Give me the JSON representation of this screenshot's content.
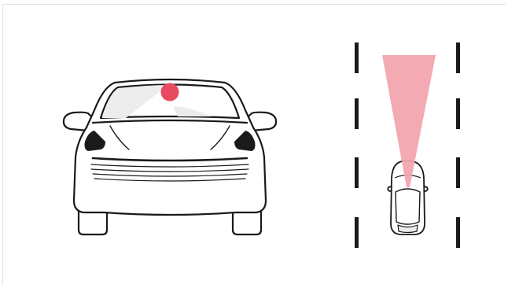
{
  "figure": {
    "colors": {
      "outline": "#1a1a1a",
      "sensor_dot": "#e84a5f",
      "sensor_beam": "#f2a3ad",
      "glass_tint": "#ececec",
      "body_fill": "#ffffff",
      "lane_marking": "#1a1a1a"
    },
    "front_car": {
      "icon": "car-front-view-icon",
      "marker_icon": "windshield-sensor-dot"
    },
    "top_car": {
      "icon": "car-top-view-icon",
      "beam_icon": "forward-sensor-cone"
    },
    "lane": {
      "icon": "dashed-lane-markings"
    }
  }
}
